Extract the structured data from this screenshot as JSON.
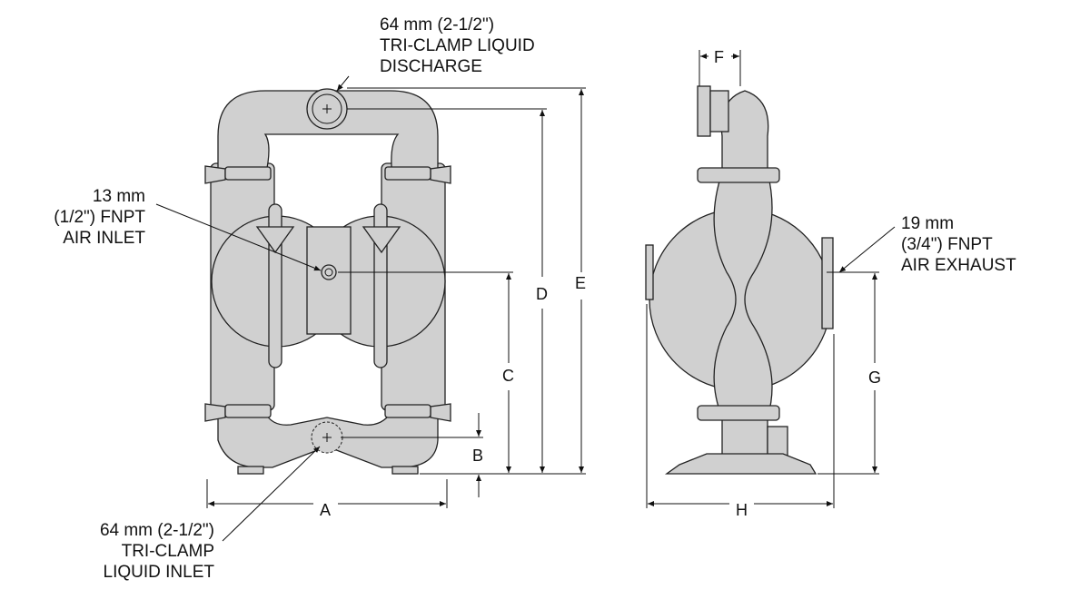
{
  "callouts": {
    "discharge": [
      "64 mm (2-1/2\")",
      "TRI-CLAMP LIQUID",
      "DISCHARGE"
    ],
    "air_inlet": [
      "13 mm",
      "(1/2\") FNPT",
      "AIR INLET"
    ],
    "liquid_inlet": [
      "64 mm (2-1/2\")",
      "TRI-CLAMP",
      "LIQUID INLET"
    ],
    "air_exhaust": [
      "19 mm",
      "(3/4\") FNPT",
      "AIR EXHAUST"
    ]
  },
  "dimensions": {
    "A": "A",
    "B": "B",
    "C": "C",
    "D": "D",
    "E": "E",
    "F": "F",
    "G": "G",
    "H": "H"
  },
  "colors": {
    "body_fill": "#d0d0d0",
    "line": "#111111"
  }
}
